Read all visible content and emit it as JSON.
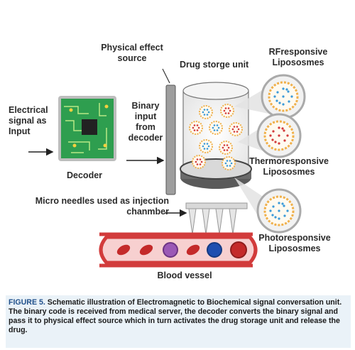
{
  "labels": {
    "physical_effect_source": "Physical effect source",
    "drug_storage_unit": "Drug storge unit",
    "rf_liposomes": "RFresponsive Lipososmes",
    "electrical_signal": "Electrical signal as Input",
    "binary_input": "Binary input from decoder",
    "decoder": "Decoder",
    "thermo_liposomes": "Thermoresponsive Lipososmes",
    "micro_needles": "Micro needles used as injection chanmber",
    "photo_liposomes": "Photoresponsive Lipososmes",
    "blood_vessel": "Blood vessel"
  },
  "caption": {
    "figure_label": "FIGURE 5.",
    "text": "Schematic illustration of Electromagnetic to Biochemical signal conversation unit. The binary code is received from medical server, the decoder converts the binary signal and pass it to physical effect source which in turn activates the drug storage unit and release the drug."
  },
  "colors": {
    "vessel": "#d23b3b",
    "rbc": "#c42a2a",
    "caption_bg": "#eaf2f8",
    "figure_label": "#1f4f8a",
    "chip_green": "#4caf50",
    "liposome_ring": "#f0b04a"
  },
  "icons": [
    "decoder-chip-icon",
    "arrow-icon",
    "magnifier-icon",
    "micro-needle-icon"
  ]
}
